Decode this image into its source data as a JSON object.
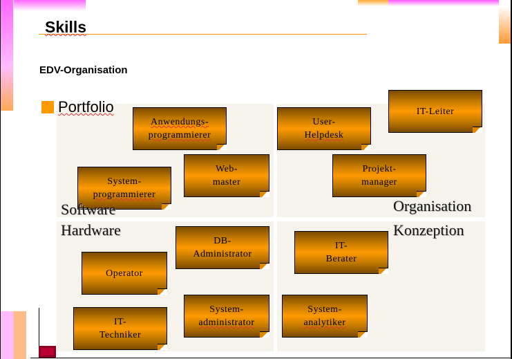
{
  "slide": {
    "title": "Skills",
    "subtitle": "EDV-Organisation",
    "bullet": "Portfolio"
  },
  "quadrants": {
    "software": "Software",
    "hardware": "Hardware",
    "organisation": "Organisation",
    "konzeption": "Konzeption"
  },
  "notes": [
    {
      "l1": "Anwendungs-",
      "l2": "programmierer"
    },
    {
      "l1": "User-",
      "l2": "Helpdesk"
    },
    {
      "l1": "IT-Leiter",
      "l2": ""
    },
    {
      "l1": "System-",
      "l2": "programmierer"
    },
    {
      "l1": "Web-",
      "l2": "master"
    },
    {
      "l1": "Projekt-",
      "l2": "manager"
    },
    {
      "l1": "DB-",
      "l2": "Administrator"
    },
    {
      "l1": "IT-",
      "l2": "Berater"
    },
    {
      "l1": "Operator",
      "l2": ""
    },
    {
      "l1": "IT-",
      "l2": "Techniker"
    },
    {
      "l1": "System-",
      "l2": "administrator"
    },
    {
      "l1": "System-",
      "l2": "analytiker"
    }
  ],
  "colors": {
    "accent": "#ff9900",
    "magenta": "#ff66ff"
  }
}
